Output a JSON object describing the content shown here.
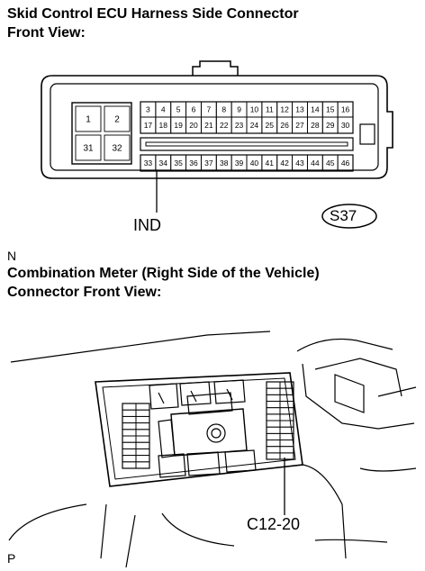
{
  "figure_n": {
    "title_line1": "Skid Control ECU Harness Side Connector",
    "title_line2": "Front View:",
    "left_block_pins": [
      "1",
      "2",
      "31",
      "32"
    ],
    "upper_row_pins": [
      "3",
      "4",
      "5",
      "6",
      "7",
      "8",
      "9",
      "10",
      "11",
      "12",
      "13",
      "14",
      "15",
      "16"
    ],
    "middle_row_pins": [
      "17",
      "18",
      "19",
      "20",
      "21",
      "22",
      "23",
      "24",
      "25",
      "26",
      "27",
      "28",
      "29",
      "30"
    ],
    "lower_row_pins": [
      "33",
      "34",
      "35",
      "36",
      "37",
      "38",
      "39",
      "40",
      "41",
      "42",
      "43",
      "44",
      "45",
      "46"
    ],
    "callout_label": "IND",
    "connector_code": "S37",
    "figure_letter": "N"
  },
  "figure_p": {
    "title_line1": "Combination Meter (Right Side of the Vehicle)",
    "title_line2": "Connector Front View:",
    "callout_label": "C12-20",
    "figure_letter": "P"
  }
}
